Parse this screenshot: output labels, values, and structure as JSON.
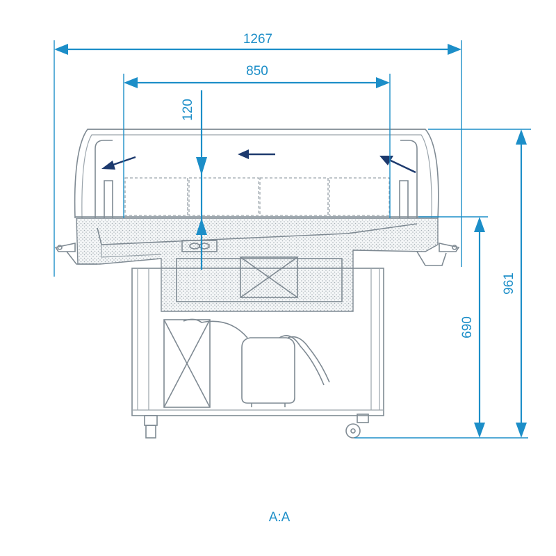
{
  "drawing": {
    "caption": "A:A",
    "dimensions": {
      "overall_width": "1267",
      "display_width": "850",
      "front_height": "120",
      "counter_height": "690",
      "total_height": "961"
    }
  },
  "colors": {
    "dimension": "#1c8ec8",
    "outline": "#7f8a93",
    "airflow": "#1d3a6e"
  }
}
